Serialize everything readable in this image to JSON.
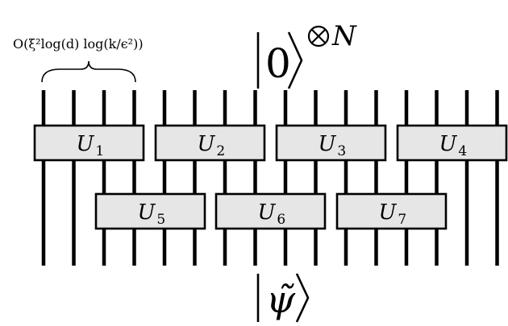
{
  "diagram": {
    "top_state": {
      "ket": "0",
      "power": "N"
    },
    "bottom_state": {
      "ket": "ψ̃"
    },
    "annotation": "O(ξ²log(d) log(k/ϵ²))",
    "gates": [
      {
        "base": "U",
        "sub": "1",
        "layer": 1,
        "slot": 1
      },
      {
        "base": "U",
        "sub": "2",
        "layer": 1,
        "slot": 2
      },
      {
        "base": "U",
        "sub": "3",
        "layer": 1,
        "slot": 3
      },
      {
        "base": "U",
        "sub": "4",
        "layer": 1,
        "slot": 4
      },
      {
        "base": "U",
        "sub": "5",
        "layer": 2,
        "slot": 1
      },
      {
        "base": "U",
        "sub": "6",
        "layer": 2,
        "slot": 2
      },
      {
        "base": "U",
        "sub": "7",
        "layer": 2,
        "slot": 3
      }
    ],
    "wire_count": 16,
    "colors": {
      "gate_fill": "#e6e6e6",
      "stroke": "#000000",
      "background": "#ffffff"
    }
  }
}
